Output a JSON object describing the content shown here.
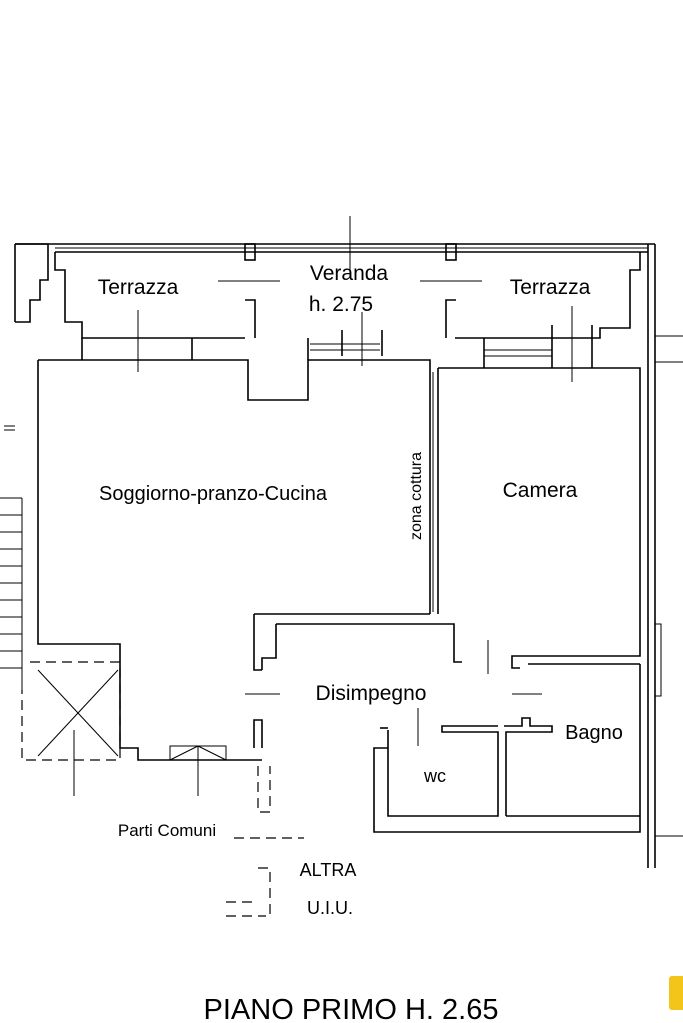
{
  "rooms": {
    "terrazza_left": "Terrazza",
    "veranda": "Veranda",
    "veranda_height": "h. 2.75",
    "terrazza_right": "Terrazza",
    "soggiorno": "Soggiorno-pranzo-Cucina",
    "zona_cottura": "zona cottura",
    "camera": "Camera",
    "disimpegno": "Disimpegno",
    "bagno": "Bagno",
    "wc": "wc",
    "parti_comuni": "Parti Comuni",
    "altra": "ALTRA",
    "uiu": "U.I.U."
  },
  "footer": {
    "title": "PIANO PRIMO H. 2.65"
  },
  "colors": {
    "line": "#000000",
    "background": "#ffffff",
    "badge": "#f3c419"
  }
}
